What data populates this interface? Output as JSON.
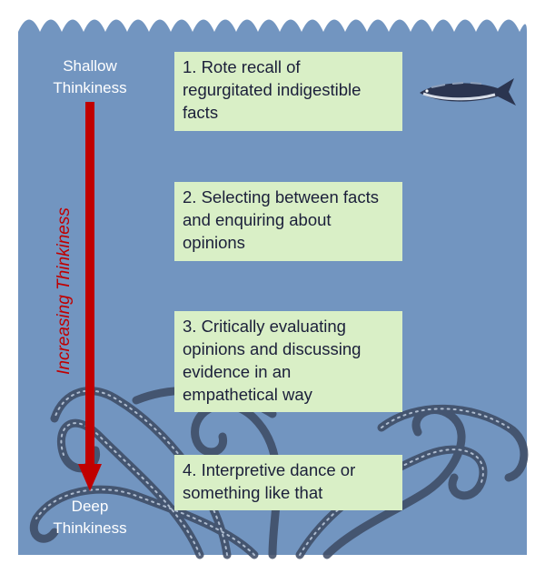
{
  "top_label": {
    "line1": "Shallow",
    "line2": "Thinkiness"
  },
  "bottom_label": {
    "line1": "Deep",
    "line2": "Thinkiness"
  },
  "axis_label": "Increasing Thinkiness",
  "steps": [
    {
      "lines": [
        "1. Rote recall of",
        "regurgitated indigestible",
        "facts"
      ]
    },
    {
      "lines": [
        "2. Selecting between facts",
        "and enquiring about",
        "opinions"
      ]
    },
    {
      "lines": [
        "3. Critically evaluating",
        "opinions and discussing",
        "evidence in an",
        "empathetical way"
      ]
    },
    {
      "lines": [
        "4. Interpretive dance or",
        "something like that"
      ]
    }
  ],
  "icons": {
    "fish": "mackerel-icon",
    "octopus": "octopus-tentacles-icon"
  },
  "colors": {
    "water": "#7295c0",
    "box": "#d9efc6",
    "arrow": "#c00000",
    "label_text": "#ffffff"
  }
}
